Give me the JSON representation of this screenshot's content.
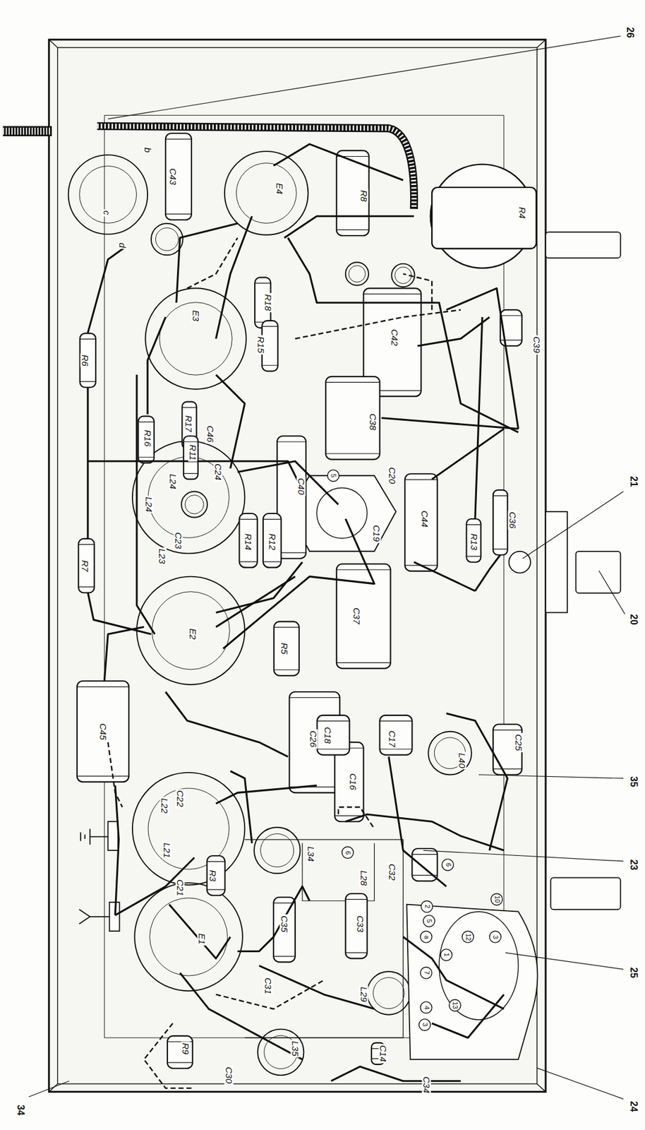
{
  "diagram": {
    "labels": [
      "26",
      "21",
      "20",
      "35",
      "23",
      "25",
      "24",
      "34",
      "R4",
      "C39",
      "C42",
      "C38",
      "C44",
      "C36",
      "R13",
      "C20",
      "C19",
      "C40",
      "R8",
      "E4",
      "C43",
      "b",
      "c",
      "d",
      "R18",
      "R15",
      "E3",
      "R6",
      "R16",
      "R17",
      "C46",
      "R11",
      "C24",
      "L24",
      "L24",
      "C23",
      "L23",
      "R7",
      "R14",
      "R12",
      "E2",
      "C37",
      "R5",
      "C18",
      "C17",
      "C26",
      "C25",
      "L40",
      "C16",
      "C45",
      "C22",
      "L22",
      "L21",
      "C21",
      "R3",
      "E1",
      "R9",
      "C30",
      "L35",
      "C31",
      "C35",
      "L34",
      "L28",
      "C32",
      "C33",
      "L29",
      "C14",
      "C34",
      "6",
      "5",
      "1",
      "2",
      "5",
      "6",
      "7",
      "a",
      "4",
      "3",
      "12",
      "10",
      "13",
      "3"
    ]
  }
}
